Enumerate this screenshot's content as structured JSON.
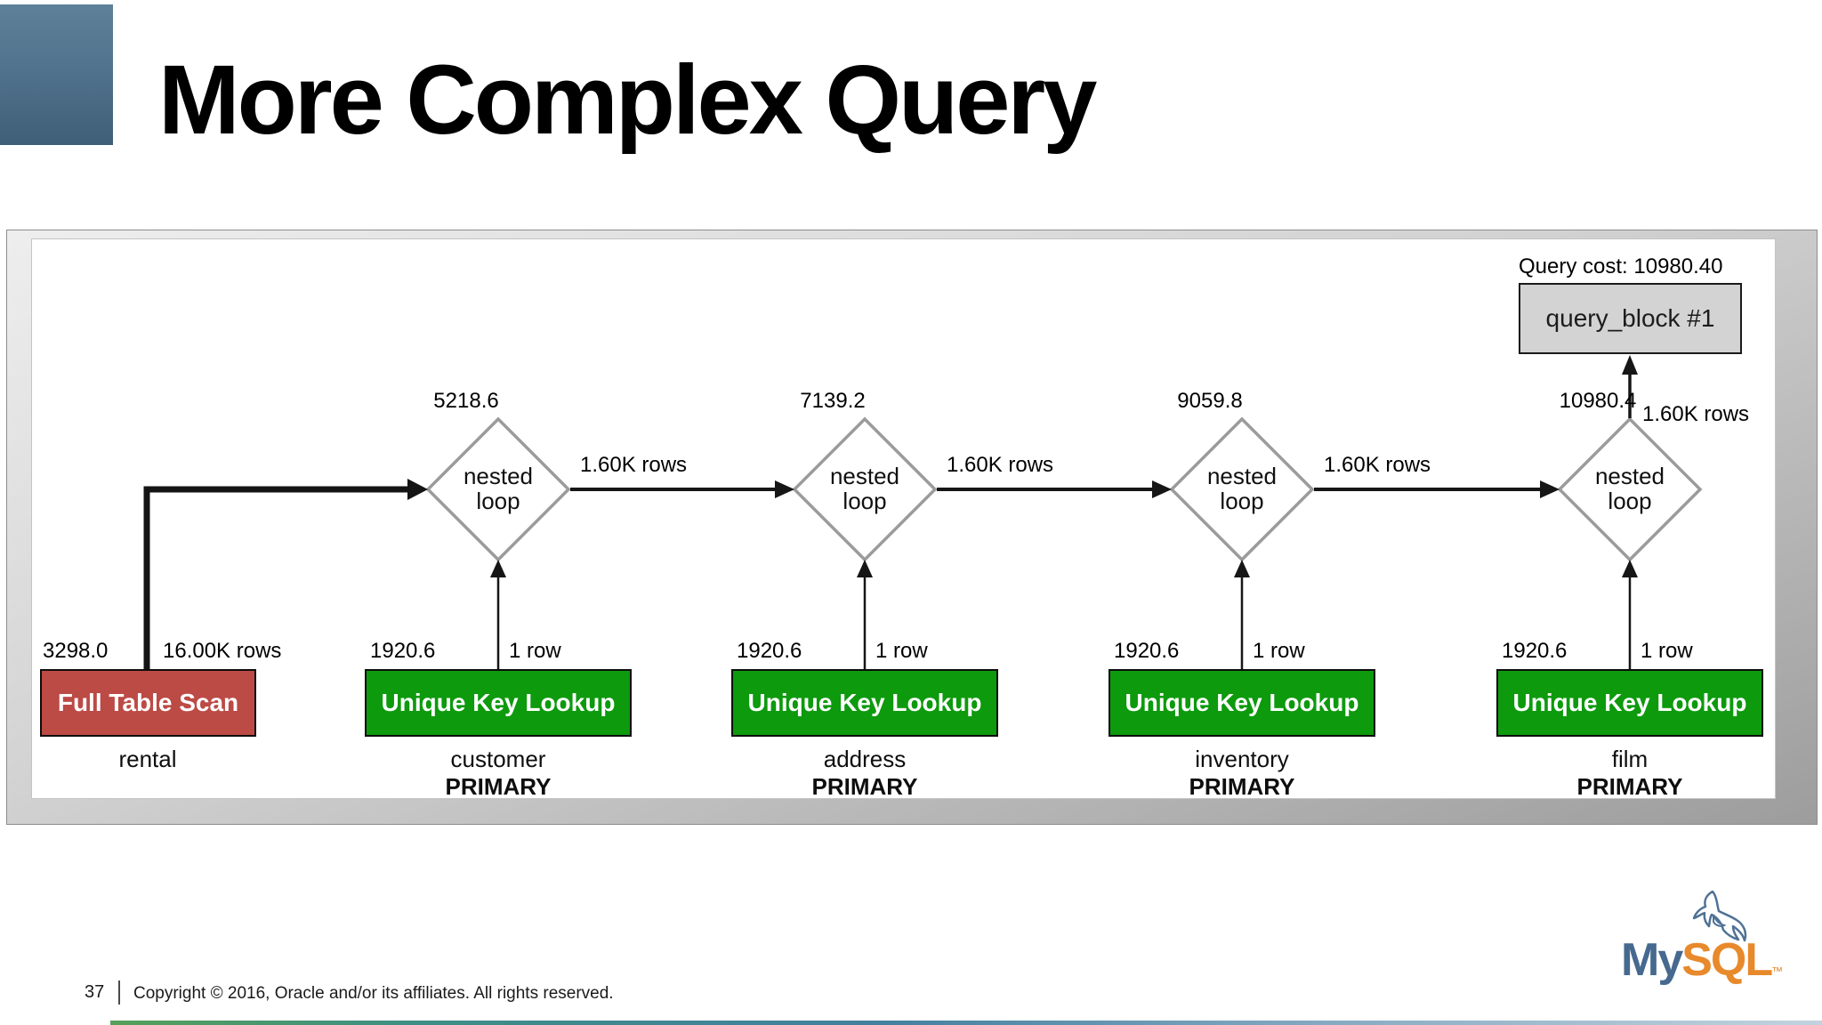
{
  "slide": {
    "title": "More Complex Query",
    "page_number": "37",
    "copyright": "Copyright © 2016, Oracle and/or its affiliates. All rights reserved."
  },
  "logo": {
    "my": "My",
    "sql": "SQL",
    "tm": "™",
    "blue": "#46698f",
    "orange": "#e8892b"
  },
  "diagram": {
    "query_cost": "Query cost: 10980.40",
    "query_block": "query_block #1",
    "colors": {
      "full_table_scan": "#bc4a45",
      "unique_key_lookup": "#0d9a0d",
      "query_block_fill": "#d3d3d3",
      "diamond_border": "#9b9b9b"
    },
    "nested_loops": [
      {
        "cost": "5218.6",
        "label_line1": "nested",
        "label_line2": "loop",
        "out_rows": "1.60K rows"
      },
      {
        "cost": "7139.2",
        "label_line1": "nested",
        "label_line2": "loop",
        "out_rows": "1.60K rows"
      },
      {
        "cost": "9059.8",
        "label_line1": "nested",
        "label_line2": "loop",
        "out_rows": "1.60K rows"
      },
      {
        "cost": "10980.4",
        "label_line1": "nested",
        "label_line2": "loop",
        "out_rows": "1.60K rows"
      }
    ],
    "tables": [
      {
        "operation": "Full Table Scan",
        "cost": "3298.0",
        "rows": "16.00K rows",
        "table": "rental",
        "index": ""
      },
      {
        "operation": "Unique Key Lookup",
        "cost": "1920.6",
        "rows": "1 row",
        "table": "customer",
        "index": "PRIMARY"
      },
      {
        "operation": "Unique Key Lookup",
        "cost": "1920.6",
        "rows": "1 row",
        "table": "address",
        "index": "PRIMARY"
      },
      {
        "operation": "Unique Key Lookup",
        "cost": "1920.6",
        "rows": "1 row",
        "table": "inventory",
        "index": "PRIMARY"
      },
      {
        "operation": "Unique Key Lookup",
        "cost": "1920.6",
        "rows": "1 row",
        "table": "film",
        "index": "PRIMARY"
      }
    ]
  }
}
